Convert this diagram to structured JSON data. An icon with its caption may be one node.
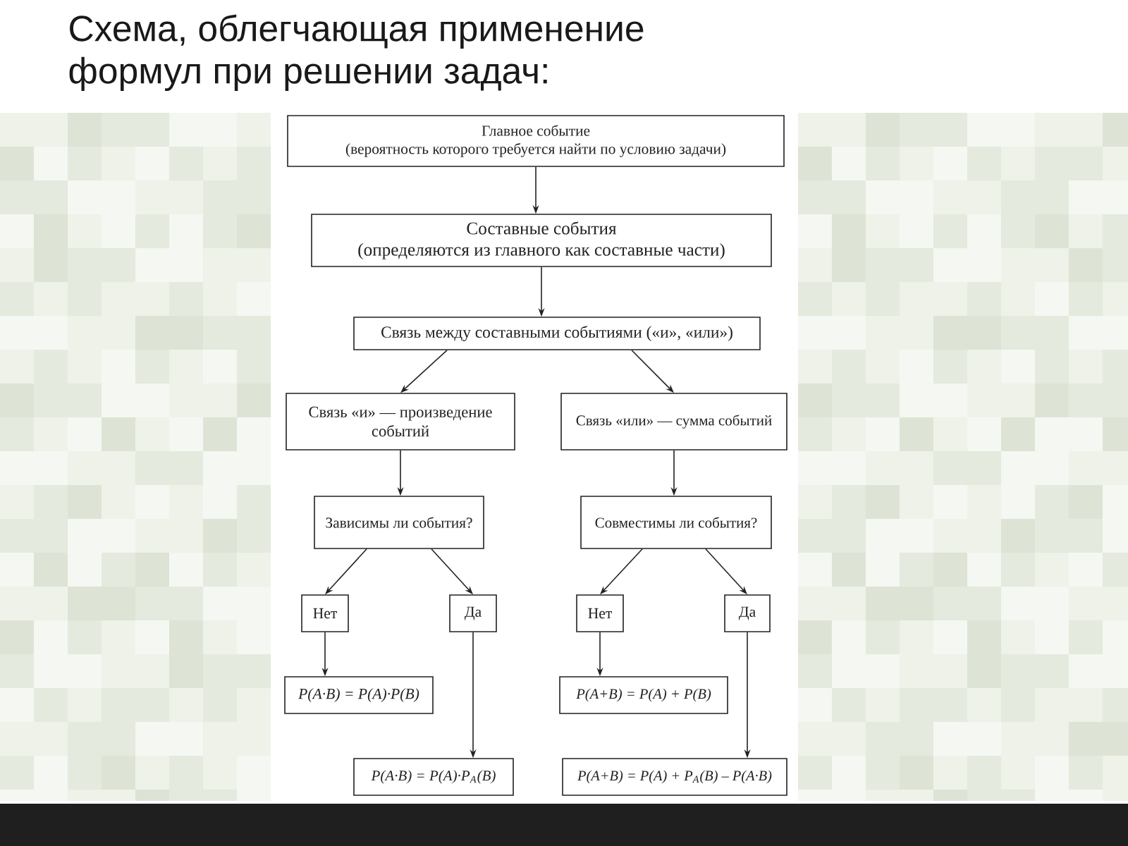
{
  "diagram": {
    "title": "Схема, облегчающая применение формул при решении задач:",
    "nodes": [
      {
        "text": [
          "Главное событие",
          "(вероятность которого требуется найти по условию задачи)"
        ]
      },
      {
        "text": [
          "Составные события",
          "(определяются из главного как составные части)"
        ]
      },
      {
        "text": [
          "Связь между составными событиями («и», «или»)"
        ]
      },
      {
        "text": [
          "Связь «и» — произведение событий"
        ]
      },
      {
        "text": [
          "Связь «или» — сумма событий"
        ]
      },
      {
        "text": [
          "Зависимы ли события?"
        ]
      },
      {
        "text": [
          "Совместимы ли события?"
        ]
      },
      {
        "text": [
          "Нет"
        ]
      },
      {
        "text": [
          "Да"
        ]
      },
      {
        "text": [
          "Нет"
        ]
      },
      {
        "text": [
          "Да"
        ]
      },
      {
        "text": [
          "P(A·B) = P(A)·P(B)"
        ]
      },
      {
        "text": [
          "P(A+B) = P(A) + P(B)"
        ]
      },
      {
        "text": [
          "P(A·B) = P(A)·P$_{A}$(B)"
        ]
      },
      {
        "text": [
          "P(A+B) = P(A) + P$_{A}$(B) – P(A·B)"
        ]
      }
    ],
    "edges": [
      {
        "from": 0,
        "to": 1,
        "arrow": "to"
      },
      {
        "from": 1,
        "to": 2,
        "arrow": "to"
      },
      {
        "from": 2,
        "to": 3,
        "arrow": "to"
      },
      {
        "from": 2,
        "to": 4,
        "arrow": "to"
      },
      {
        "from": 3,
        "to": 5,
        "arrow": "to"
      },
      {
        "from": 4,
        "to": 6,
        "arrow": "to"
      },
      {
        "from": 5,
        "to": 7,
        "arrow": "to"
      },
      {
        "from": 5,
        "to": 8,
        "arrow": "to"
      },
      {
        "from": 6,
        "to": 9,
        "arrow": "to"
      },
      {
        "from": 6,
        "to": 10,
        "arrow": "to"
      },
      {
        "from": 7,
        "to": 11,
        "arrow": "to"
      },
      {
        "from": 8,
        "to": 13,
        "arrow": "to"
      },
      {
        "from": 9,
        "to": 12,
        "arrow": "to"
      },
      {
        "from": 10,
        "to": 14,
        "arrow": "to"
      }
    ]
  }
}
